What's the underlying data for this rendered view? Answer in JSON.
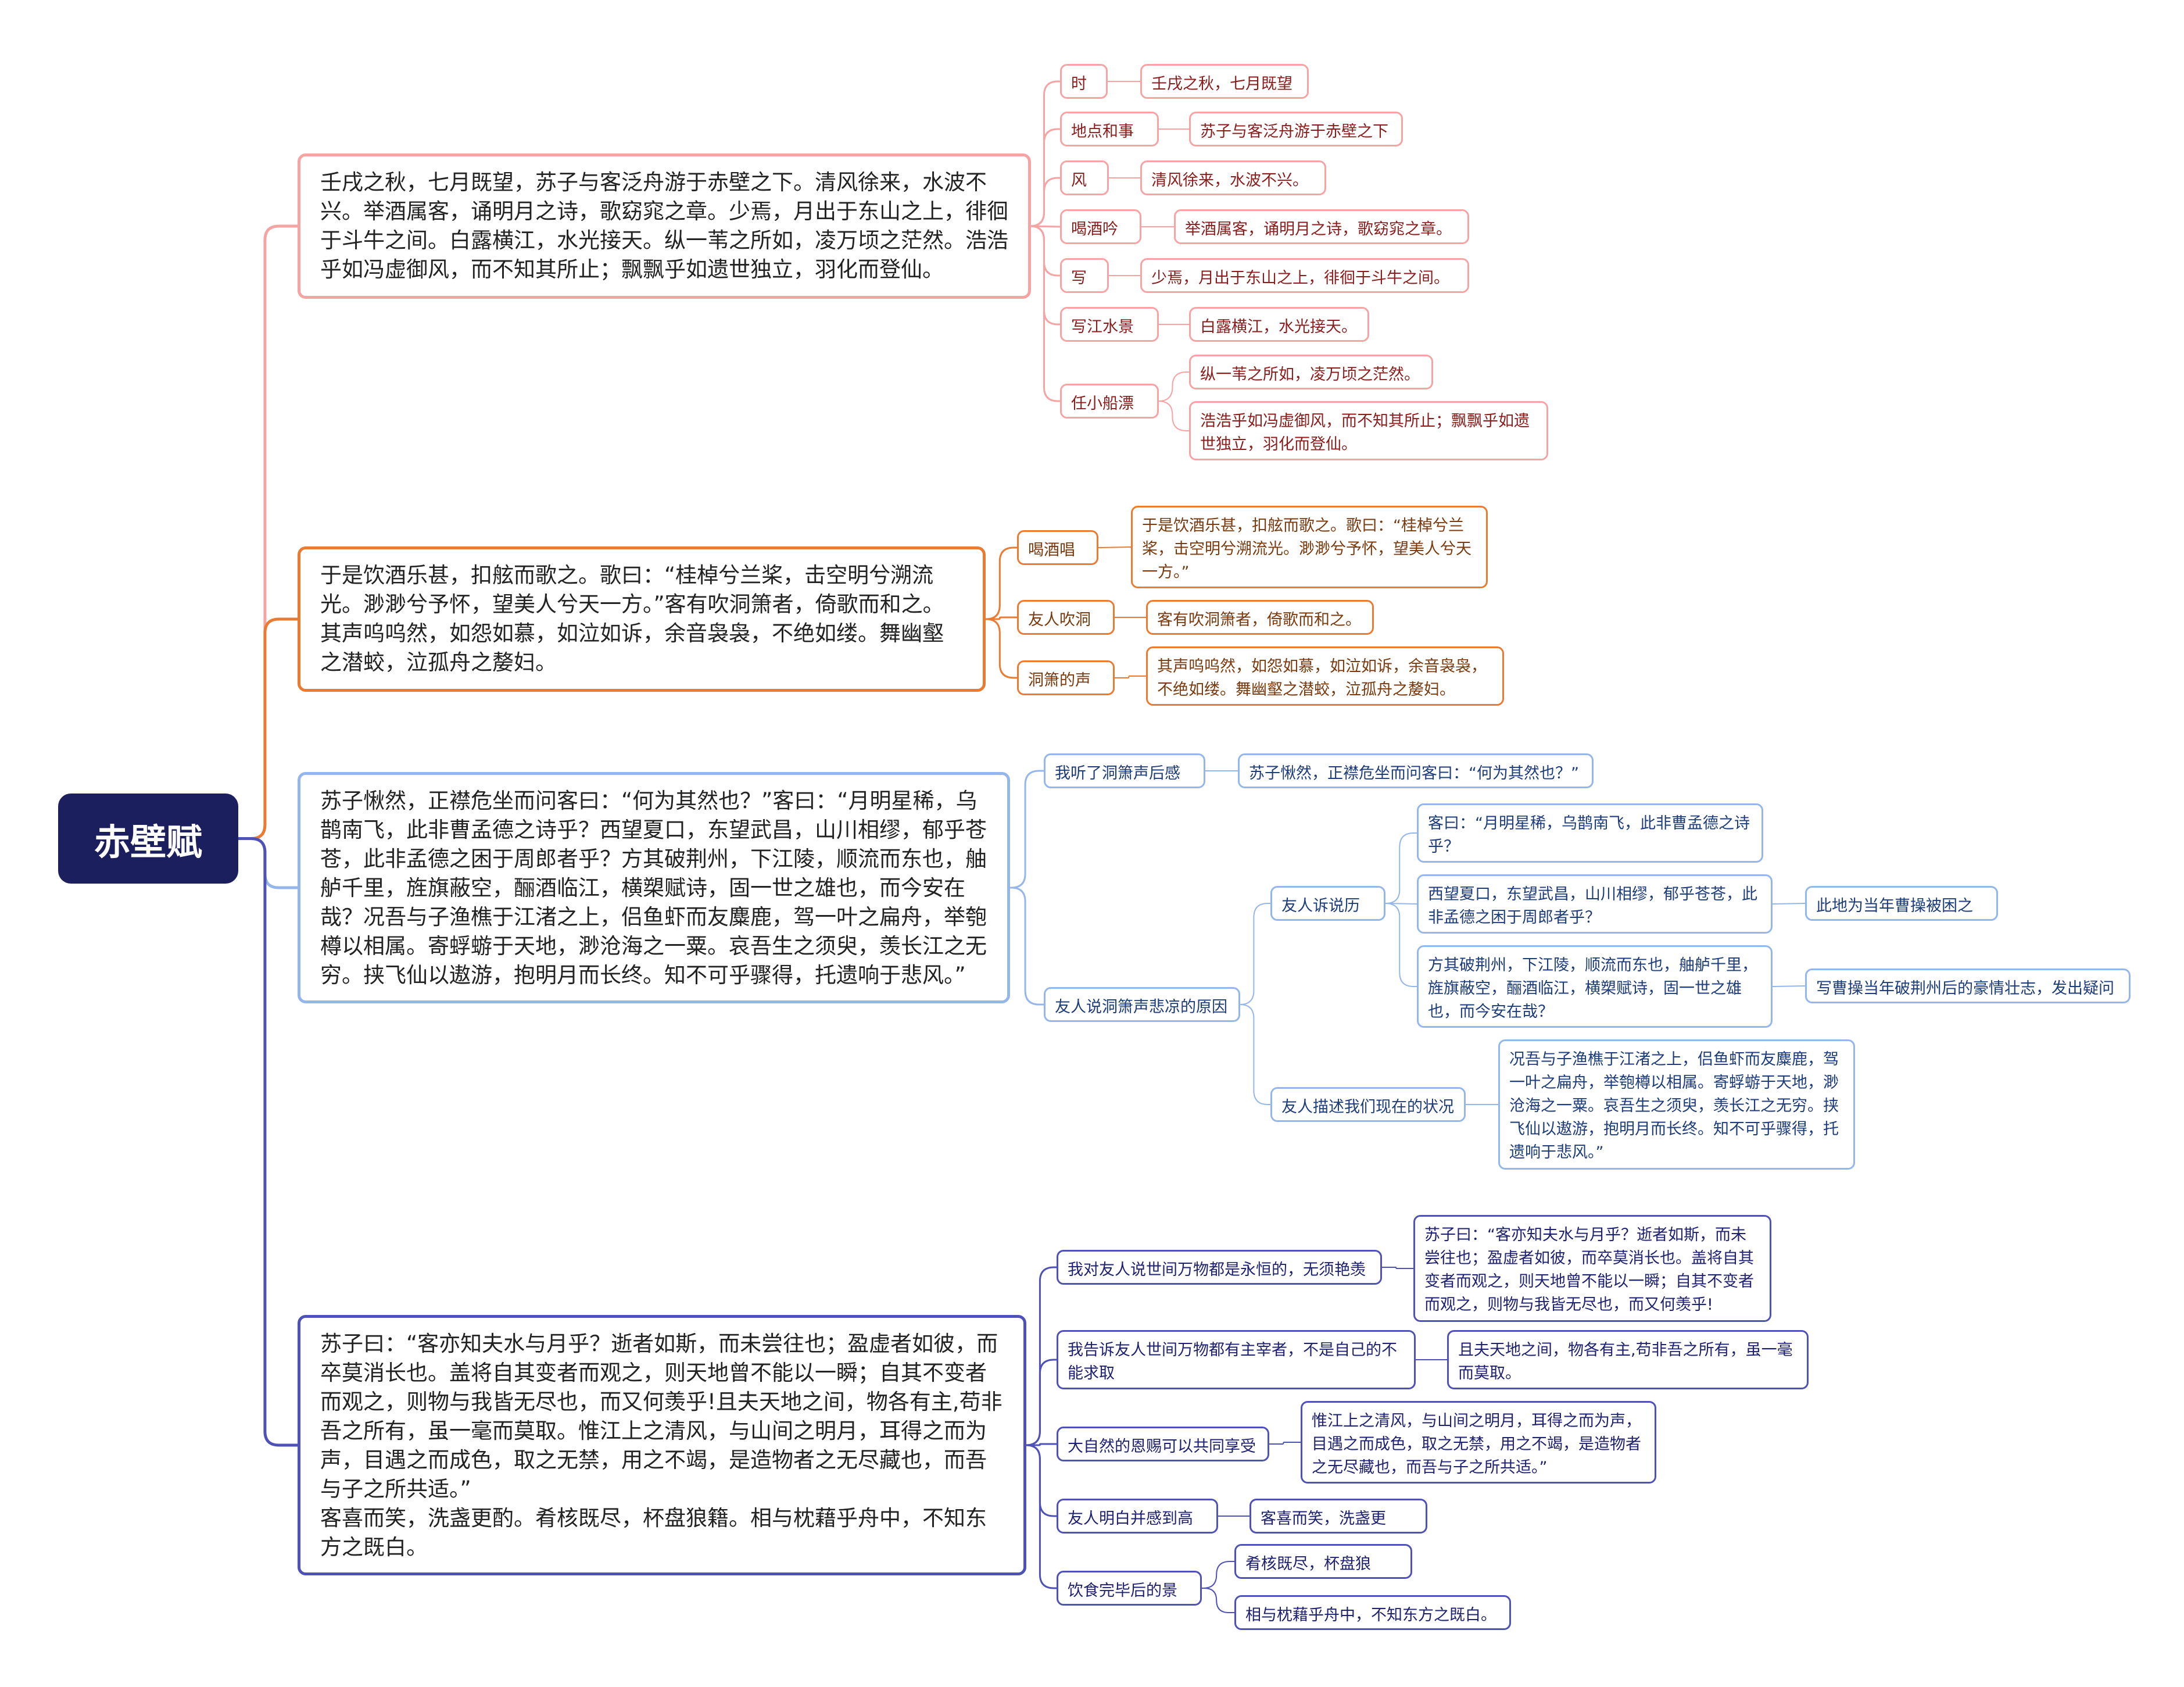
{
  "colors": {
    "b1": "#f5a3a3",
    "b2": "#ea7b32",
    "b3": "#94b6ea",
    "b4": "#4e52b7",
    "root": "#1c1f5e"
  },
  "root": {
    "title": "赤壁赋"
  },
  "nodes": {
    "p1": "壬戌之秋，七月既望，苏子与客泛舟游于赤壁之下。清风徐来，水波不兴。举酒属客，诵明月之诗，歌窈窕之章。少焉，月出于东山之上，徘徊于斗牛之间。白露横江，水光接天。纵一苇之所如，凌万顷之茫然。浩浩乎如冯虚御风，而不知其所止；飘飘乎如遗世独立，羽化而登仙。",
    "p1a": "时间",
    "p1a1": "壬戌之秋，七月既望",
    "p1b": "地点和事件",
    "p1b1": "苏子与客泛舟游于赤壁之下",
    "p1c": "风景",
    "p1c1": "清风徐来，水波不兴。",
    "p1d": "喝酒吟诗",
    "p1d1": "举酒属客，诵明月之诗，歌窈窕之章。",
    "p1e": "写月",
    "p1e1": "少焉，月出于东山之上，徘徊于斗牛之间。",
    "p1f": "写江水景象",
    "p1f1": "白露横江，水光接天。",
    "p1g": "任小船漂浮",
    "p1g1": "纵一苇之所如，凌万顷之茫然。",
    "p1g2": "浩浩乎如冯虚御风，而不知其所止；飘飘乎如遗世独立，羽化而登仙。",
    "p2": "于是饮酒乐甚，扣舷而歌之。歌曰：“桂棹兮兰桨，击空明兮溯流光。渺渺兮予怀，望美人兮天一方。”客有吹洞箫者，倚歌而和之。其声呜呜然，如怨如慕，如泣如诉，余音袅袅，不绝如缕。舞幽壑之潜蛟，泣孤舟之嫠妇。",
    "p2a": "喝酒唱歌",
    "p2a1": "于是饮酒乐甚，扣舷而歌之。歌曰：“桂棹兮兰桨，击空明兮溯流光。渺渺兮予怀，望美人兮天一方。”",
    "p2b": "友人吹洞箫",
    "p2b1": "客有吹洞箫者，倚歌而和之。",
    "p2c": "洞箫的声音",
    "p2c1": "其声呜呜然，如怨如慕，如泣如诉，余音袅袅，不绝如缕。舞幽壑之潜蛟，泣孤舟之嫠妇。",
    "p3": "苏子愀然，正襟危坐而问客曰：“何为其然也？”客曰：“月明星稀，乌鹊南飞，此非曹孟德之诗乎？西望夏口，东望武昌，山川相缪，郁乎苍苍，此非孟德之困于周郎者乎？方其破荆州，下江陵，顺流而东也，舳舻千里，旌旗蔽空，酾酒临江，横槊赋诗，固一世之雄也，而今安在哉？况吾与子渔樵于江渚之上，侣鱼虾而友麋鹿，驾一叶之扁舟，举匏樽以相属。寄蜉蝣于天地，渺沧海之一粟。哀吾生之须臾，羡长江之无穷。挟飞仙以遨游，抱明月而长终。知不可乎骤得，托遗响于悲风。”",
    "p3a": "我听了洞箫声后感慨",
    "p3a1": "苏子愀然，正襟危坐而问客曰：“何为其然也？”",
    "p3b": "友人说洞箫声悲凉的原因",
    "p3b1": "友人诉说历史",
    "p3b1a": "客曰：“月明星稀，乌鹊南飞，此非曹孟德之诗乎？",
    "p3b1b": "西望夏口，东望武昌，山川相缪，郁乎苍苍，此非孟德之困于周郎者乎？",
    "p3b1b1": "此地为当年曹操被困之地",
    "p3b1c": "方其破荆州，下江陵，顺流而东也，舳舻千里，旌旗蔽空，酾酒临江，横槊赋诗，固一世之雄也，而今安在哉？",
    "p3b1c1": "写曹操当年破荆州后的豪情壮志，发出疑问",
    "p3b2": "友人描述我们现在的状况",
    "p3b2a": "况吾与子渔樵于江渚之上，侣鱼虾而友麋鹿，驾一叶之扁舟，举匏樽以相属。寄蜉蝣于天地，渺沧海之一粟。哀吾生之须臾，羡长江之无穷。挟飞仙以遨游，抱明月而长终。知不可乎骤得，托遗响于悲风。”",
    "p4": "苏子曰：“客亦知夫水与月乎？逝者如斯，而未尝往也；盈虚者如彼，而卒莫消长也。盖将自其变者而观之，则天地曾不能以一瞬；自其不变者而观之，则物与我皆无尽也，而又何羡乎!且夫天地之间，物各有主,苟非吾之所有，虽一毫而莫取。惟江上之清风，与山间之明月，耳得之而为声，目遇之而成色，取之无禁，用之不竭，是造物者之无尽藏也，而吾与子之所共适。”\n客喜而笑，洗盏更酌。肴核既尽，杯盘狼籍。相与枕藉乎舟中，不知东方之既白。",
    "p4a": "我对友人说世间万物都是永恒的，无须艳羡",
    "p4a1": "苏子曰：“客亦知夫水与月乎？逝者如斯，而未尝往也；盈虚者如彼，而卒莫消长也。盖将自其变者而观之，则天地曾不能以一瞬；自其不变者而观之，则物与我皆无尽也，而又何羡乎!",
    "p4b": "我告诉友人世间万物都有主宰者，不是自己的不能求取",
    "p4b1": "且夫天地之间，物各有主,苟非吾之所有，虽一毫而莫取。",
    "p4c": "大自然的恩赐可以共同享受",
    "p4c1": "惟江上之清风，与山间之明月，耳得之而为声，目遇之而成色，取之无禁，用之不竭，是造物者之无尽藏也，而吾与子之所共适。”",
    "p4d": "友人明白并感到高兴",
    "p4d1": "客喜而笑，洗盏更酌。",
    "p4e": "饮食完毕后的景象",
    "p4e1": "肴核既尽，杯盘狼籍。",
    "p4e2": "相与枕藉乎舟中，不知东方之既白。"
  }
}
